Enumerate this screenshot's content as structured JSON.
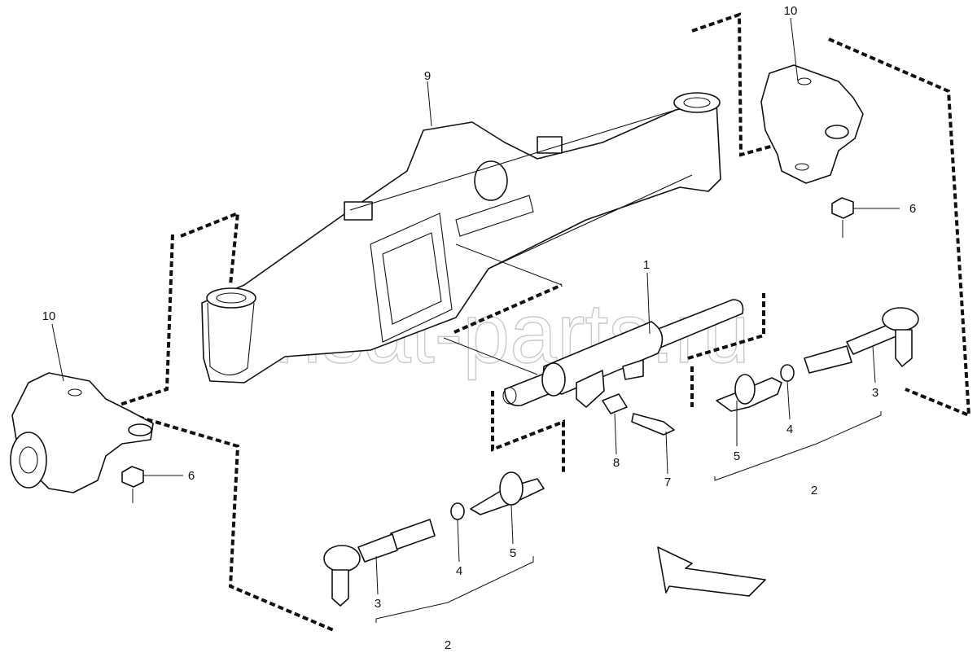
{
  "watermark": "ahsat-parts.ru",
  "callouts": {
    "c1": "1",
    "c2a": "2",
    "c2b": "2",
    "c3a": "3",
    "c3b": "3",
    "c4a": "4",
    "c4b": "4",
    "c5a": "5",
    "c5b": "5",
    "c6a": "6",
    "c6b": "6",
    "c7": "7",
    "c8": "8",
    "c9": "9",
    "c10a": "10",
    "c10b": "10"
  },
  "icons": {
    "direction": "arrow-icon"
  }
}
